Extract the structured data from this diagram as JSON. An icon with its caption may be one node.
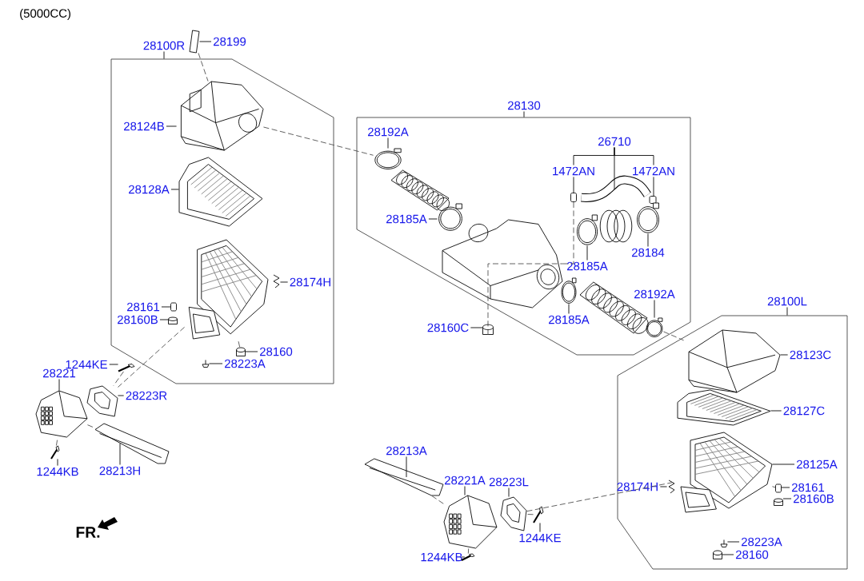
{
  "diagram": {
    "nodes": [
      {
        "text": [],
        "shape": "box"
      },
      {
        "text": [
          "28100R"
        ]
      },
      {
        "text": [
          "28199"
        ]
      },
      {
        "text": [],
        "shape": "picture"
      },
      {
        "text": [
          "28124B"
        ],
        "in": 0
      },
      {
        "text": [],
        "shape": "picture",
        "in": 0
      },
      {
        "text": [
          "28128A"
        ],
        "in": 0
      },
      {
        "text": [],
        "shape": "picture",
        "in": 0
      },
      {
        "text": [],
        "shape": "picture",
        "in": 0
      },
      {
        "text": [
          "28174H"
        ],
        "in": 0
      },
      {
        "text": [],
        "shape": "picture",
        "in": 0
      },
      {
        "text": [
          "28161"
        ],
        "in": 0
      },
      {
        "text": [],
        "shape": "box",
        "in": 0
      },
      {
        "text": [
          "28160B"
        ],
        "in": 0
      },
      {
        "text": [],
        "shape": "cylinder",
        "in": 0
      },
      {
        "text": [
          "28160"
        ],
        "in": 0
      },
      {
        "text": [],
        "shape": "cylinder",
        "in": 0
      },
      {
        "text": [
          "28223A"
        ],
        "in": 0
      },
      {
        "text": [],
        "shape": "picture",
        "in": 0
      },
      {
        "text": [],
        "shape": "box"
      },
      {
        "text": [
          "28130"
        ]
      },
      {
        "text": [
          "28192A"
        ],
        "in": 19
      },
      {
        "text": [],
        "shape": "picture",
        "in": 19
      },
      {
        "text": [],
        "shape": "picture",
        "in": 19
      },
      {
        "text": [
          "28185A"
        ],
        "in": 19
      },
      {
        "text": [],
        "shape": "picture",
        "in": 19
      },
      {
        "text": [
          "26710"
        ],
        "in": 19
      },
      {
        "text": [
          "1472AN"
        ],
        "in": 19
      },
      {
        "text": [
          "1472AN"
        ],
        "in": 19
      },
      {
        "text": [],
        "shape": "box",
        "in": 19
      },
      {
        "text": [],
        "shape": "picture",
        "in": 19
      },
      {
        "text": [],
        "shape": "box",
        "in": 19
      },
      {
        "text": [],
        "shape": "picture",
        "in": 19
      },
      {
        "text": [
          "28185A"
        ],
        "in": 19
      },
      {
        "text": [],
        "shape": "picture",
        "in": 19
      },
      {
        "text": [
          "28184"
        ],
        "in": 19
      },
      {
        "text": [],
        "shape": "picture",
        "in": 19
      },
      {
        "text": [
          "28160C"
        ]
      },
      {
        "text": [],
        "shape": "cylinder"
      },
      {
        "text": [
          "28185A"
        ],
        "in": 19
      },
      {
        "text": [],
        "shape": "picture",
        "in": 19
      },
      {
        "text": [],
        "shape": "picture",
        "in": 19
      },
      {
        "text": [
          "28192A"
        ],
        "in": 19
      },
      {
        "text": [],
        "shape": "picture",
        "in": 19
      },
      {
        "text": [
          "28100L"
        ]
      },
      {
        "text": [],
        "shape": "box"
      },
      {
        "text": [
          "28123C"
        ],
        "in": 45
      },
      {
        "text": [],
        "shape": "picture",
        "in": 45
      },
      {
        "text": [
          "28127C"
        ],
        "in": 45
      },
      {
        "text": [],
        "shape": "picture",
        "in": 45
      },
      {
        "text": [
          "28125A"
        ],
        "in": 45
      },
      {
        "text": [],
        "shape": "picture",
        "in": 45
      },
      {
        "text": [
          "28174H"
        ],
        "in": 45
      },
      {
        "text": [],
        "shape": "picture",
        "in": 45
      },
      {
        "text": [
          "28161"
        ],
        "in": 45
      },
      {
        "text": [],
        "shape": "box",
        "in": 45
      },
      {
        "text": [
          "28160B"
        ],
        "in": 45
      },
      {
        "text": [],
        "shape": "cylinder",
        "in": 45
      },
      {
        "text": [
          "28223A"
        ],
        "in": 45
      },
      {
        "text": [],
        "shape": "picture",
        "in": 45
      },
      {
        "text": [
          "28160"
        ],
        "in": 45
      },
      {
        "text": [],
        "shape": "cylinder",
        "in": 45
      },
      {
        "text": [
          "1244KE"
        ]
      },
      {
        "text": [],
        "shape": "picture"
      },
      {
        "text": [
          "28221"
        ]
      },
      {
        "text": [],
        "shape": "picture"
      },
      {
        "text": [
          "28223R"
        ]
      },
      {
        "text": [],
        "shape": "picture"
      },
      {
        "text": [
          "1244KB"
        ]
      },
      {
        "text": [],
        "shape": "picture"
      },
      {
        "text": [
          "28213H"
        ]
      },
      {
        "text": [],
        "shape": "picture"
      },
      {
        "text": [
          "28213A"
        ]
      },
      {
        "text": [],
        "shape": "picture"
      },
      {
        "text": [
          "28221A"
        ]
      },
      {
        "text": [],
        "shape": "picture"
      },
      {
        "text": [
          "28223L"
        ]
      },
      {
        "text": [],
        "shape": "picture"
      },
      {
        "text": [
          "1244KE"
        ]
      },
      {
        "text": [],
        "shape": "picture"
      },
      {
        "text": [
          "1244KB"
        ]
      },
      {
        "text": [],
        "shape": "picture"
      },
      {
        "text": [],
        "shape": "cylinder",
        "in": 19
      }
    ],
    "edges": [
      {
        "from": 1,
        "to": 0,
        "arrow": "none"
      },
      {
        "from": 2,
        "to": 3,
        "arrow": "none"
      },
      {
        "from": 4,
        "to": 5,
        "arrow": "none"
      },
      {
        "from": 6,
        "to": 7,
        "arrow": "none"
      },
      {
        "from": 9,
        "to": 10,
        "arrow": "none"
      },
      {
        "from": 11,
        "to": 12,
        "arrow": "none"
      },
      {
        "from": 13,
        "to": 14,
        "arrow": "none"
      },
      {
        "from": 15,
        "to": 16,
        "arrow": "none"
      },
      {
        "from": 17,
        "to": 18,
        "arrow": "none"
      },
      {
        "from": 20,
        "to": 19,
        "arrow": "none"
      },
      {
        "from": 21,
        "to": 22,
        "arrow": "none"
      },
      {
        "from": 24,
        "to": 25,
        "arrow": "none"
      },
      {
        "from": 26,
        "to": 30,
        "arrow": "none"
      },
      {
        "from": 26,
        "to": 27,
        "arrow": "none"
      },
      {
        "from": 26,
        "to": 28,
        "arrow": "none"
      },
      {
        "from": 27,
        "to": 29,
        "arrow": "none"
      },
      {
        "from": 28,
        "to": 31,
        "arrow": "none"
      },
      {
        "from": 33,
        "to": 34,
        "arrow": "none"
      },
      {
        "from": 35,
        "to": 36,
        "arrow": "none"
      },
      {
        "from": 37,
        "to": 38,
        "arrow": "none"
      },
      {
        "from": 39,
        "to": 40,
        "arrow": "none"
      },
      {
        "from": 42,
        "to": 43,
        "arrow": "none"
      },
      {
        "from": 44,
        "to": 45,
        "arrow": "none"
      },
      {
        "from": 46,
        "to": 47,
        "arrow": "none"
      },
      {
        "from": 48,
        "to": 49,
        "arrow": "none"
      },
      {
        "from": 50,
        "to": 51,
        "arrow": "none"
      },
      {
        "from": 52,
        "to": 53,
        "arrow": "none"
      },
      {
        "from": 54,
        "to": 55,
        "arrow": "none"
      },
      {
        "from": 56,
        "to": 57,
        "arrow": "none"
      },
      {
        "from": 58,
        "to": 59,
        "arrow": "none"
      },
      {
        "from": 60,
        "to": 61,
        "arrow": "none"
      },
      {
        "from": 62,
        "to": 63,
        "arrow": "none"
      },
      {
        "from": 64,
        "to": 65,
        "arrow": "none"
      },
      {
        "from": 66,
        "to": 67,
        "arrow": "none"
      },
      {
        "from": 68,
        "to": 69,
        "arrow": "none"
      },
      {
        "from": 70,
        "to": 71,
        "arrow": "none"
      },
      {
        "from": 72,
        "to": 73,
        "arrow": "none"
      },
      {
        "from": 74,
        "to": 75,
        "arrow": "none"
      },
      {
        "from": 76,
        "to": 77,
        "arrow": "none"
      },
      {
        "from": 78,
        "to": 79,
        "arrow": "none"
      },
      {
        "from": 80,
        "to": 81,
        "arrow": "none"
      },
      {
        "from": 3,
        "to": 5,
        "arrow": "none",
        "style": "dashed"
      },
      {
        "from": 5,
        "to": 22,
        "arrow": "none",
        "style": "dashed"
      },
      {
        "from": 16,
        "to": 8,
        "arrow": "none",
        "style": "dashed"
      },
      {
        "from": 38,
        "to": 32,
        "arrow": "none",
        "style": "dashed"
      },
      {
        "from": 29,
        "to": 32,
        "arrow": "none",
        "style": "dashed"
      },
      {
        "from": 43,
        "to": 47,
        "arrow": "none",
        "style": "dashed"
      },
      {
        "from": 55,
        "to": 51,
        "arrow": "none",
        "style": "dashed"
      },
      {
        "from": 8,
        "to": 67,
        "arrow": "none",
        "style": "dashed"
      },
      {
        "from": 63,
        "to": 67,
        "arrow": "none",
        "style": "dashed"
      },
      {
        "from": 65,
        "to": 71,
        "arrow": "none",
        "style": "dashed"
      },
      {
        "from": 69,
        "to": 65,
        "arrow": "none",
        "style": "dashed"
      },
      {
        "from": 73,
        "to": 75,
        "arrow": "none",
        "style": "dashed"
      },
      {
        "from": 81,
        "to": 75,
        "arrow": "none",
        "style": "dashed"
      },
      {
        "from": 79,
        "to": 77,
        "arrow": "none",
        "style": "dashed"
      },
      {
        "from": 77,
        "to": 51,
        "arrow": "none",
        "style": "dashed"
      }
    ],
    "labels": [
      "(5000CC)",
      "FR."
    ]
  }
}
